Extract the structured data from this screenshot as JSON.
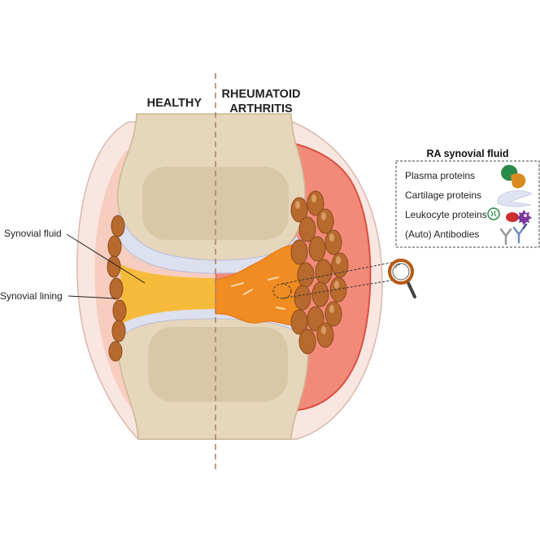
{
  "headers": {
    "healthy": "HEALTHY",
    "ra_line1": "RHEUMATOID",
    "ra_line2": "ARTHRITIS"
  },
  "labels": {
    "synovial_fluid": "Synovial fluid",
    "synovial_lining": "Synovial lining"
  },
  "ra_box": {
    "title": "RA synovial fluid",
    "items": [
      {
        "label": "Plasma proteins",
        "icon": "plasma-protein-icon"
      },
      {
        "label": "Cartilage proteins",
        "icon": "cartilage-protein-icon"
      },
      {
        "label": "Leukocyte proteins",
        "icon": "leukocyte-protein-icon"
      },
      {
        "label": "(Auto) Antibodies",
        "icon": "antibody-icon"
      }
    ]
  },
  "colors": {
    "bone": "#e8d9bf",
    "capsule": "#f7dcd6",
    "inflamed_capsule": "#f08a7a",
    "cartilage": "#dfe1ee",
    "healthy_fluid": "#f6b93b",
    "ra_fluid": "#f08c22",
    "synovial_cells": "#b86a2e"
  }
}
